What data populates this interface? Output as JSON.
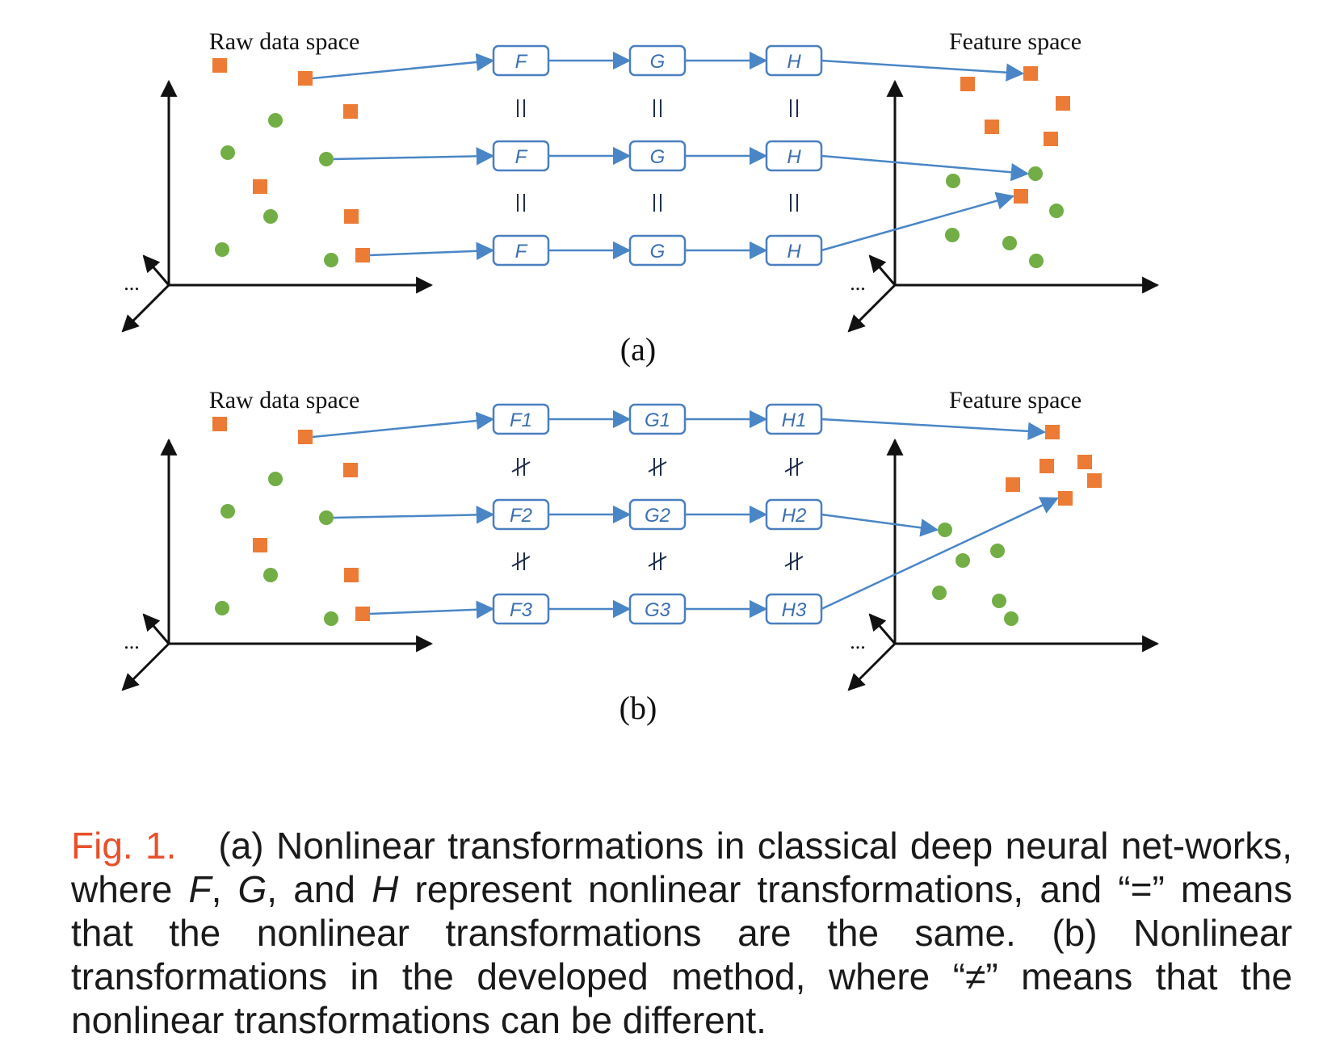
{
  "colors": {
    "arrow": "#4a86c6",
    "box_stroke": "#4a7fbf",
    "box_text": "#3a6fb0",
    "square": "#ec7b35",
    "circle": "#72ad45",
    "axis": "#111111",
    "caption_label": "#e8502a"
  },
  "panels": [
    {
      "id": "a",
      "label": "(a)",
      "raw_title": "Raw data space",
      "feature_title": "Feature space",
      "axis_ellipsis": "...",
      "row_modules": [
        [
          "F",
          "G",
          "H"
        ],
        [
          "F",
          "G",
          "H"
        ],
        [
          "F",
          "G",
          "H"
        ]
      ],
      "separator": "||",
      "separator_kind": "equal"
    },
    {
      "id": "b",
      "label": "(b)",
      "raw_title": "Raw data space",
      "feature_title": "Feature space",
      "axis_ellipsis": "...",
      "row_modules": [
        [
          "F1",
          "G1",
          "H1"
        ],
        [
          "F2",
          "G2",
          "H2"
        ],
        [
          "F3",
          "G3",
          "H3"
        ]
      ],
      "separator": "#",
      "separator_kind": "not-equal"
    }
  ],
  "caption": {
    "label": "Fig. 1.",
    "text_1": "(a) Nonlinear transformations in classical deep neural net-works, where ",
    "F": "F",
    "comma1": ", ",
    "G": "G",
    "comma2": ", and ",
    "H": "H",
    "text_2": " represent nonlinear transformations, and “=” means that the nonlinear transformations are the same. (b) Nonlinear transformations in the developed method, where “≠” means that the nonlinear transformations can be different."
  }
}
